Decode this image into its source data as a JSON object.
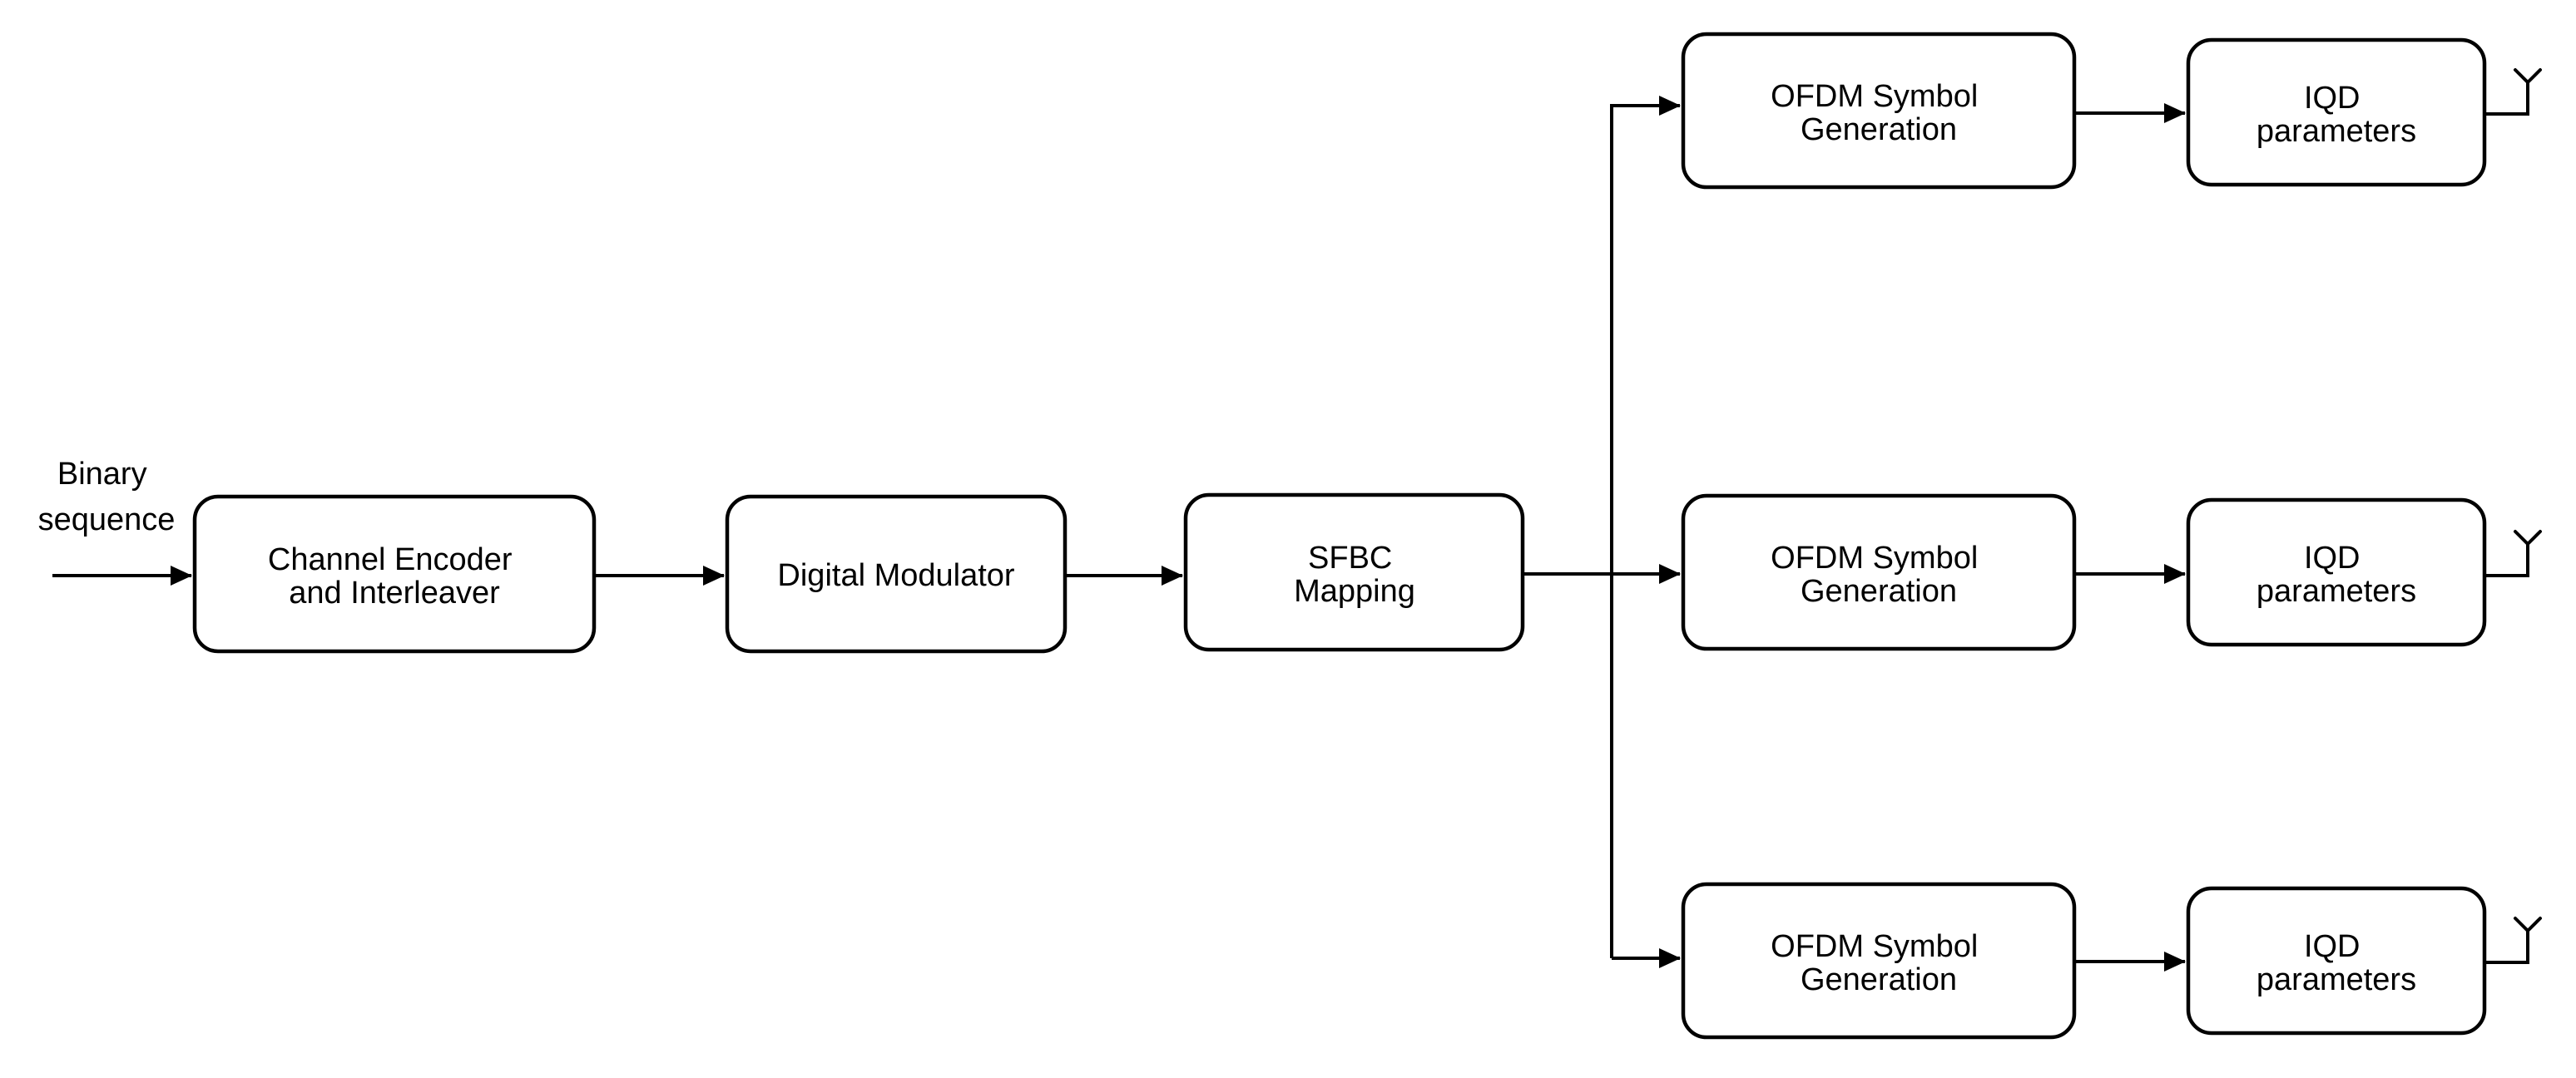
{
  "diagram": {
    "colors": {
      "background": "#ffffff",
      "line": "#000000",
      "text": "#000000"
    },
    "input_label": {
      "line1": "Binary",
      "line2": "sequence"
    },
    "blocks": {
      "channel_encoder": {
        "line1": "Channel Encoder",
        "line2": "and Interleaver"
      },
      "digital_modulator": {
        "label": "Digital Modulator"
      },
      "sfbc_mapping": {
        "line1": "SFBC",
        "line2": "Mapping"
      }
    },
    "branches": [
      {
        "ofdm": {
          "line1": "OFDM Symbol",
          "line2": "Generation"
        },
        "iqd": {
          "line1": "IQD",
          "line2": "parameters"
        }
      },
      {
        "ofdm": {
          "line1": "OFDM Symbol",
          "line2": "Generation"
        },
        "iqd": {
          "line1": "IQD",
          "line2": "parameters"
        }
      },
      {
        "ofdm": {
          "line1": "OFDM Symbol",
          "line2": "Generation"
        },
        "iqd": {
          "line1": "IQD",
          "line2": "parameters"
        }
      }
    ]
  }
}
